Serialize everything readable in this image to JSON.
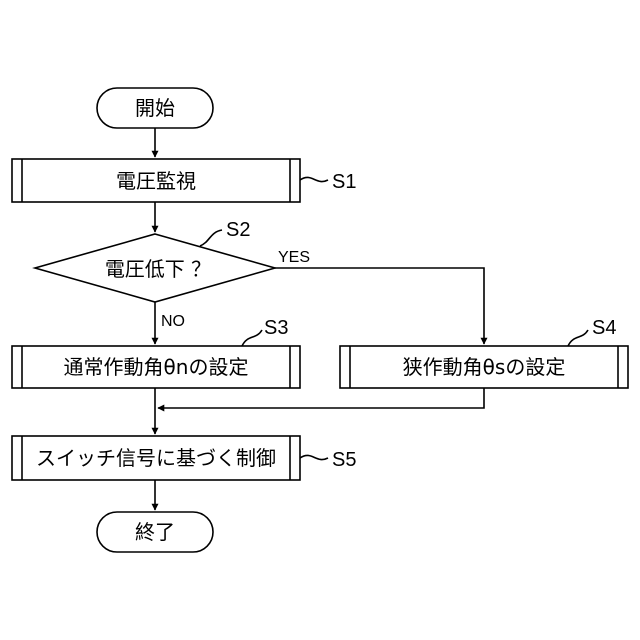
{
  "flowchart": {
    "start": {
      "label": "開始"
    },
    "s1": {
      "label": "電圧監視",
      "step": "S1"
    },
    "s2": {
      "label": "電圧低下 ？",
      "step": "S2",
      "yes": "YES",
      "no": "NO"
    },
    "s3": {
      "label": "通常作動角θnの設定",
      "step": "S3"
    },
    "s4": {
      "label": "狭作動角θsの設定",
      "step": "S4"
    },
    "s5": {
      "label": "スイッチ信号に基づく制御",
      "step": "S5"
    },
    "end": {
      "label": "終了"
    }
  }
}
